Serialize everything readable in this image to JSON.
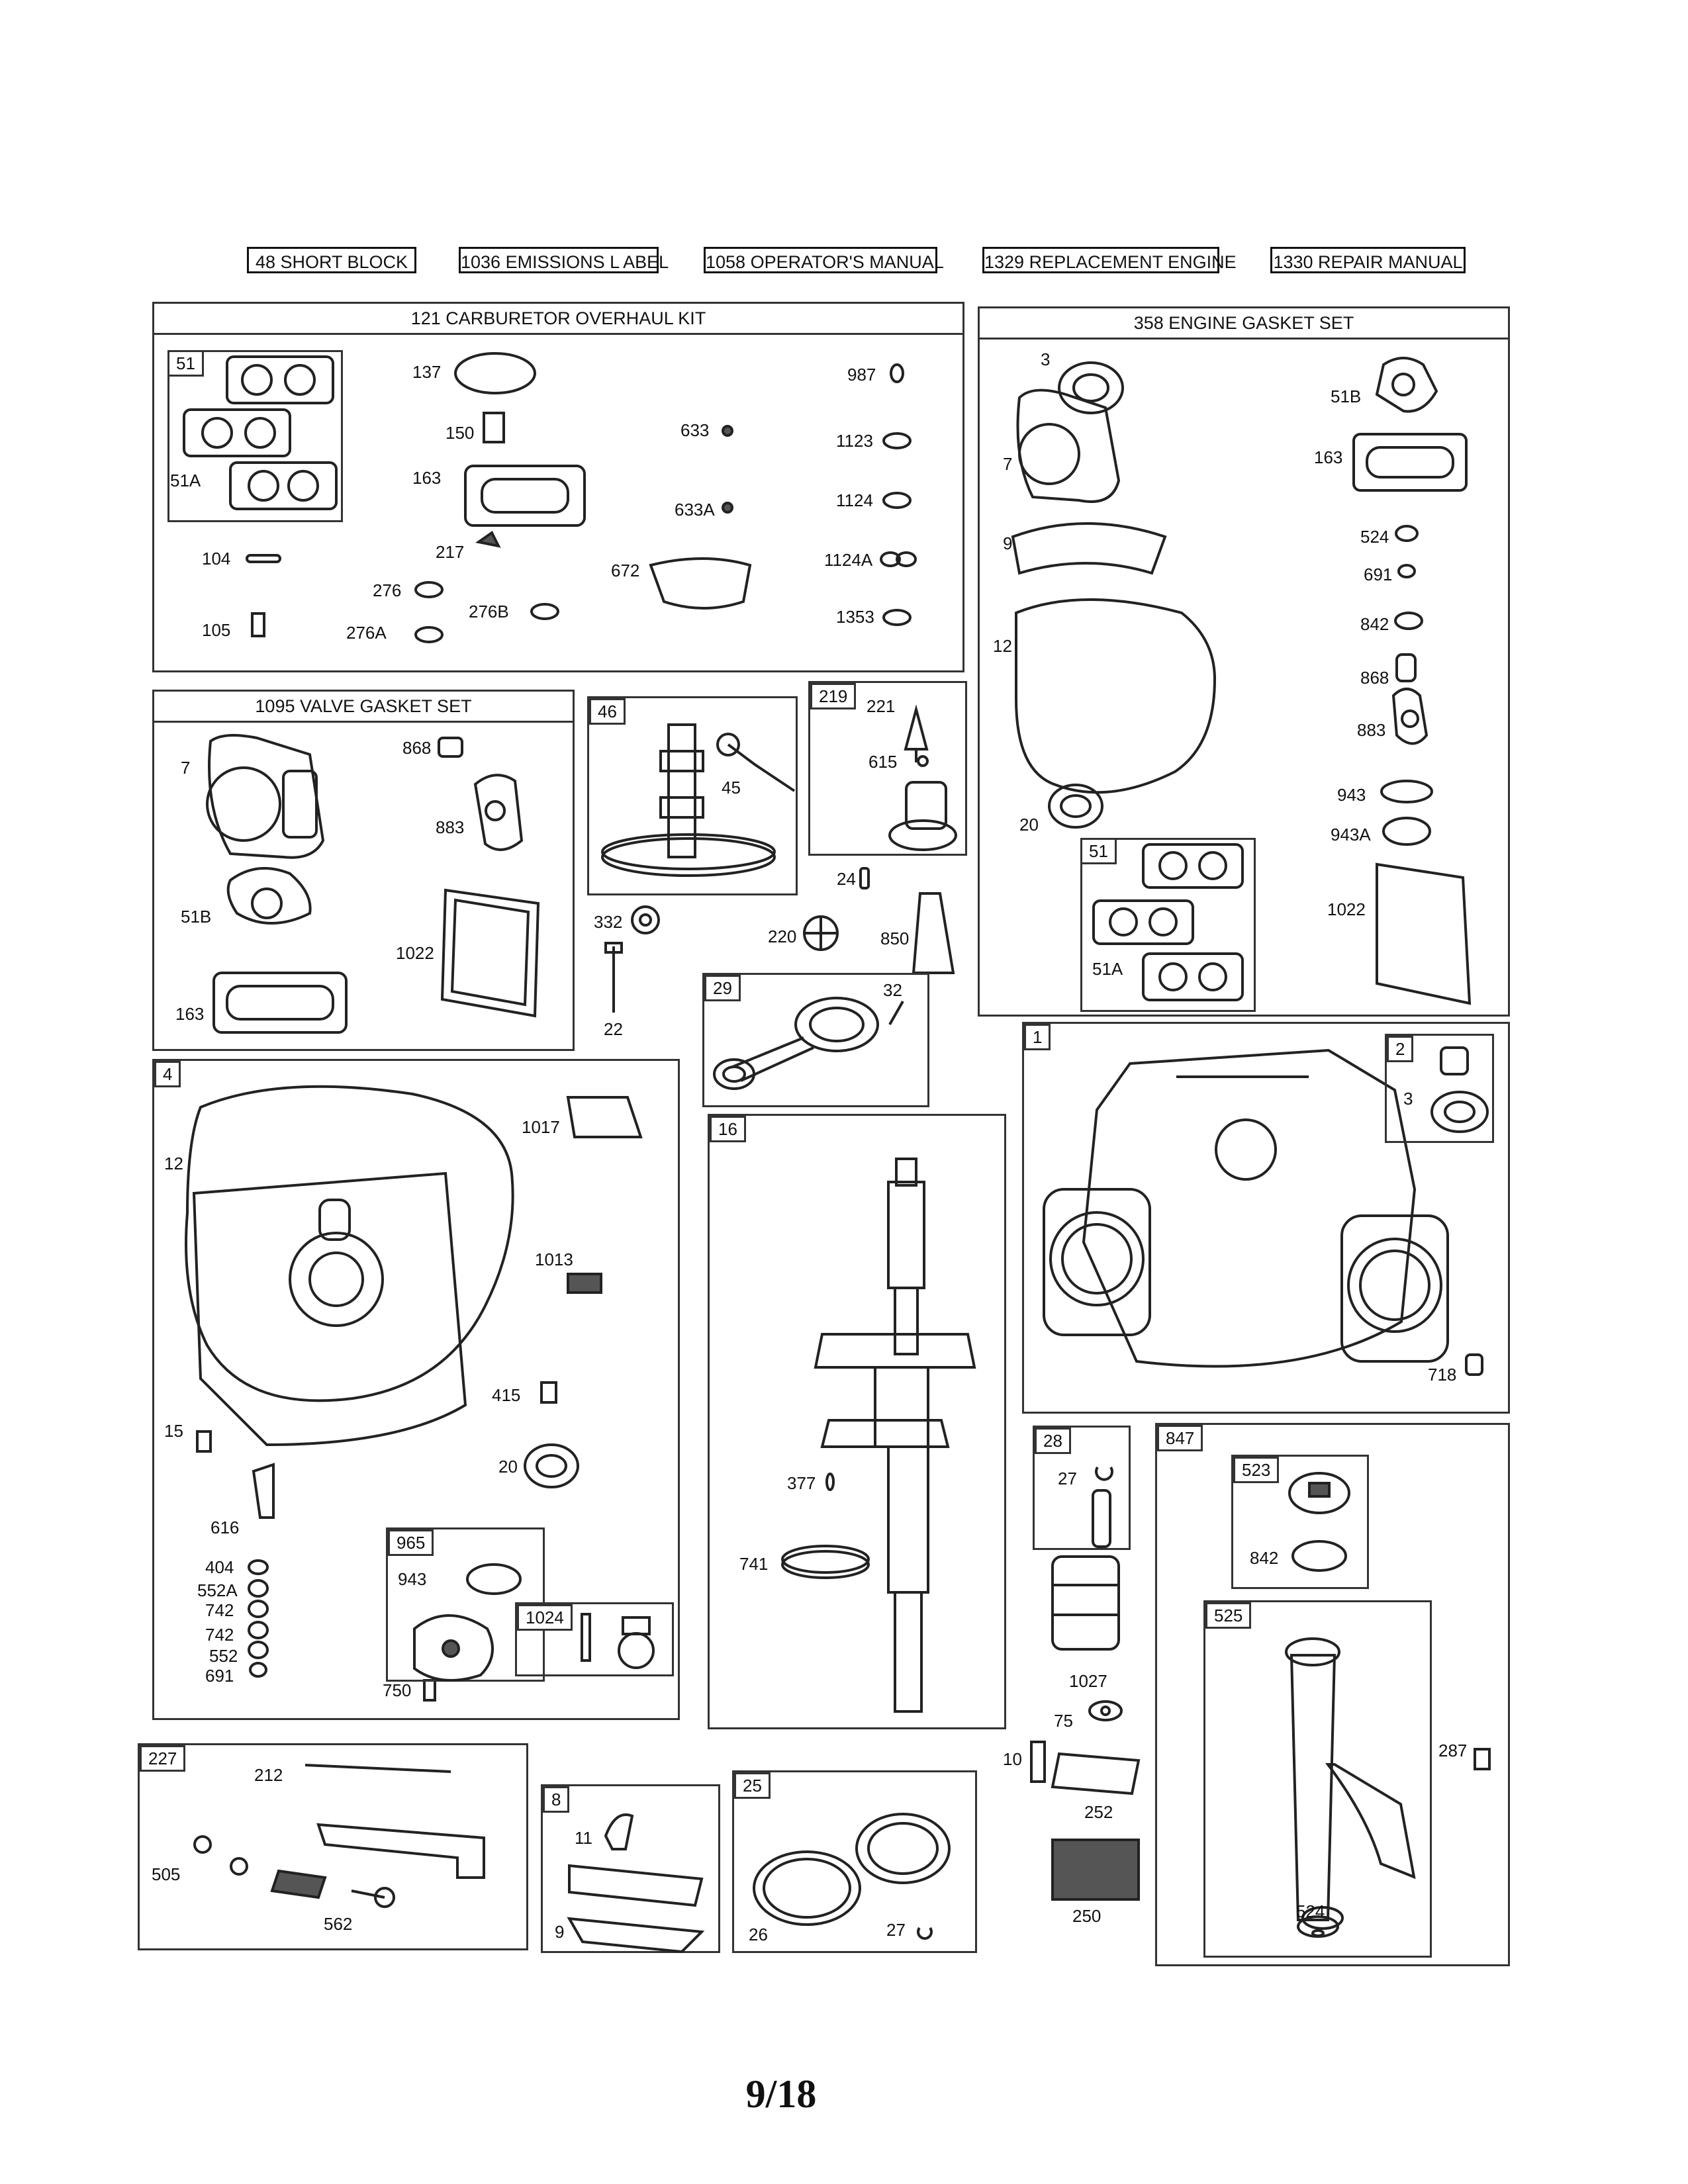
{
  "header_kits": [
    "48 SHORT BLOCK",
    "1036 EMISSIONS L ABEL",
    "1058 OPERATOR'S MANUAL",
    "1329 REPLACEMENT ENGINE",
    "1330 REPAIR MANUAL"
  ],
  "carb_kit": {
    "title": "121 CARBURETOR OVERHAUL KIT",
    "sub_tag": "51",
    "labels": [
      "51A",
      "137",
      "150",
      "163",
      "104",
      "217",
      "276",
      "276B",
      "276A",
      "105",
      "633",
      "633A",
      "672",
      "987",
      "1123",
      "1124",
      "1124A",
      "1353"
    ]
  },
  "engine_gasket_set": {
    "title": "358 ENGINE GASKET SET",
    "labels": [
      "3",
      "7",
      "9",
      "12",
      "20",
      "51B",
      "163",
      "524",
      "691",
      "842",
      "868",
      "883",
      "943",
      "943A",
      "1022"
    ],
    "sub_tag": "51",
    "sub_label": "51A"
  },
  "valve_gasket_set": {
    "title": "1095 VALVE GASKET SET",
    "labels": [
      "7",
      "868",
      "883",
      "51B",
      "1022",
      "163"
    ]
  },
  "cam": {
    "tag": "46",
    "labels": [
      "45"
    ]
  },
  "governor": {
    "tag": "219",
    "labels": [
      "221",
      "615"
    ]
  },
  "loose_parts": [
    "24",
    "332",
    "220",
    "850",
    "22"
  ],
  "connecting_rod": {
    "tag": "29",
    "labels": [
      "32"
    ]
  },
  "crankcase_cover": {
    "tag": "4",
    "labels": [
      "12",
      "1017",
      "1013",
      "415",
      "20",
      "15",
      "616",
      "404",
      "552A",
      "742",
      "742",
      "552",
      "691",
      "750"
    ],
    "sub_tag_965": "965",
    "sub_label_943": "943",
    "sub_tag_1024": "1024"
  },
  "crankshaft": {
    "tag": "16",
    "labels": [
      "377",
      "741"
    ]
  },
  "cylinder": {
    "tag": "1",
    "sub_tag": "2",
    "labels": [
      "3",
      "718"
    ]
  },
  "filter": {
    "tag": "28",
    "labels": [
      "27",
      "1027",
      "75"
    ]
  },
  "dipstick": {
    "tag": "847",
    "sub_tag_523": "523",
    "label_842": "842",
    "sub_tag_525": "525",
    "labels": [
      "287",
      "524"
    ]
  },
  "misc_right": [
    "10",
    "252",
    "250"
  ],
  "linkage": {
    "tag": "227",
    "labels": [
      "212",
      "505",
      "562"
    ]
  },
  "breather": {
    "tag": "8",
    "labels": [
      "11",
      "9"
    ]
  },
  "piston": {
    "tag": "25",
    "labels": [
      "26",
      "27"
    ]
  },
  "page_number": "9/18"
}
